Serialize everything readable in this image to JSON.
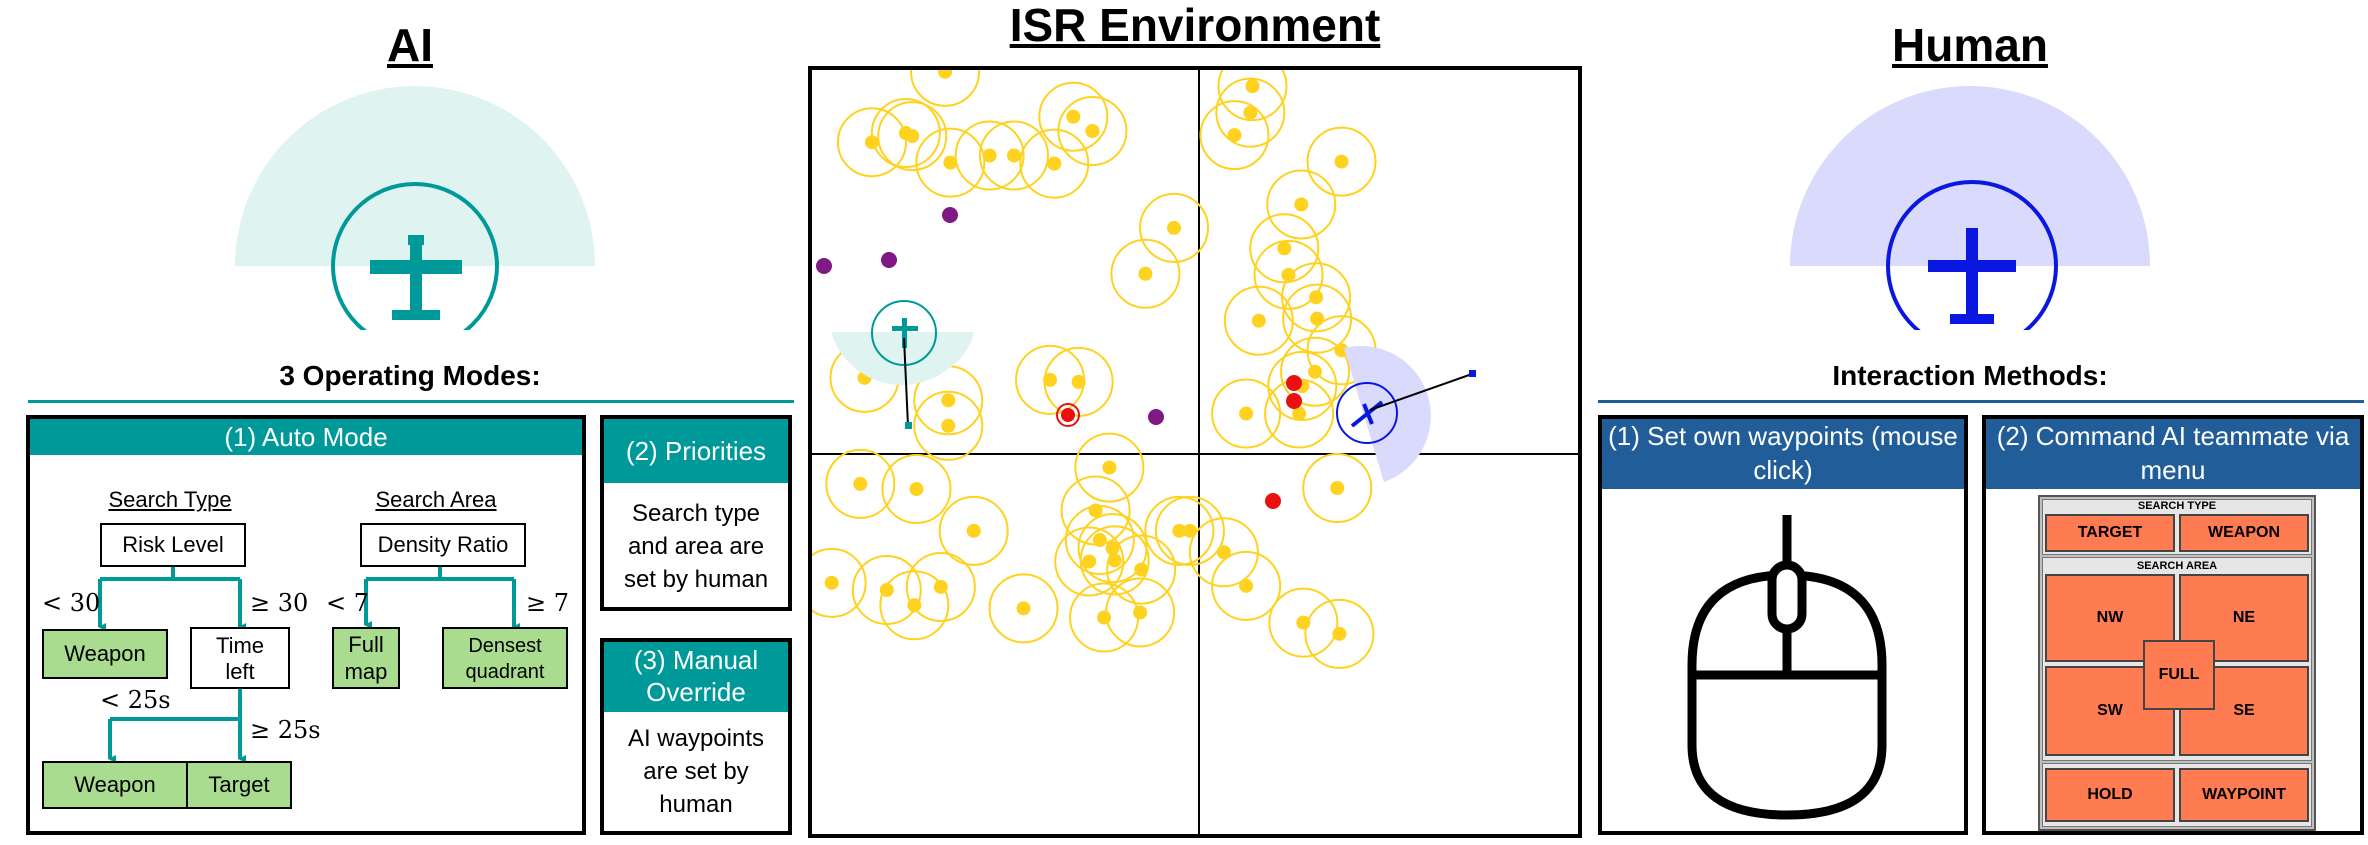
{
  "ai": {
    "title": "AI",
    "modes_title": "3 Operating Modes:",
    "auto_mode": {
      "header": "(1) Auto Mode",
      "search_type_label": "Search Type",
      "search_area_label": "Search Area",
      "risk_level": "Risk Level",
      "density_ratio": "Density Ratio",
      "lt30": "< 30",
      "ge30": "≥ 30",
      "lt7": "< 7",
      "ge7": "≥ 7",
      "weapon1": "Weapon",
      "time_left": "Time left",
      "full_map": "Full map",
      "densest_quadrant": "Densest quadrant",
      "lt25": "< 25s",
      "ge25": "≥ 25s",
      "weapon2": "Weapon",
      "target": "Target"
    },
    "priorities": {
      "header": "(2) Priorities",
      "text": "Search type and area are set by human"
    },
    "manual": {
      "header": "(3) Manual Override",
      "text": "AI waypoints are set by human"
    }
  },
  "isr": {
    "title": "ISR Environment"
  },
  "human": {
    "title": "Human",
    "methods_title": "Interaction Methods:",
    "method1": {
      "header": "(1) Set own waypoints (mouse click)"
    },
    "method2": {
      "header": "(2) Command AI teammate via menu",
      "menu": {
        "search_type": "SEARCH TYPE",
        "target": "TARGET",
        "weapon": "WEAPON",
        "search_area": "SEARCH AREA",
        "nw": "NW",
        "ne": "NE",
        "full": "FULL",
        "sw": "SW",
        "se": "SE",
        "hold": "HOLD",
        "waypoint": "WAYPOINT"
      }
    }
  },
  "colors": {
    "teal": "#00999a",
    "navy": "#215d99",
    "yellow": "#ffd21f",
    "purple": "#7f1a84",
    "red": "#e81010",
    "blue": "#0a17e0",
    "leaf": "#a9dc8f",
    "menu": "#ff7b52"
  },
  "icons": [
    "ai-aircraft-icon",
    "human-aircraft-icon",
    "mouse-icon"
  ]
}
